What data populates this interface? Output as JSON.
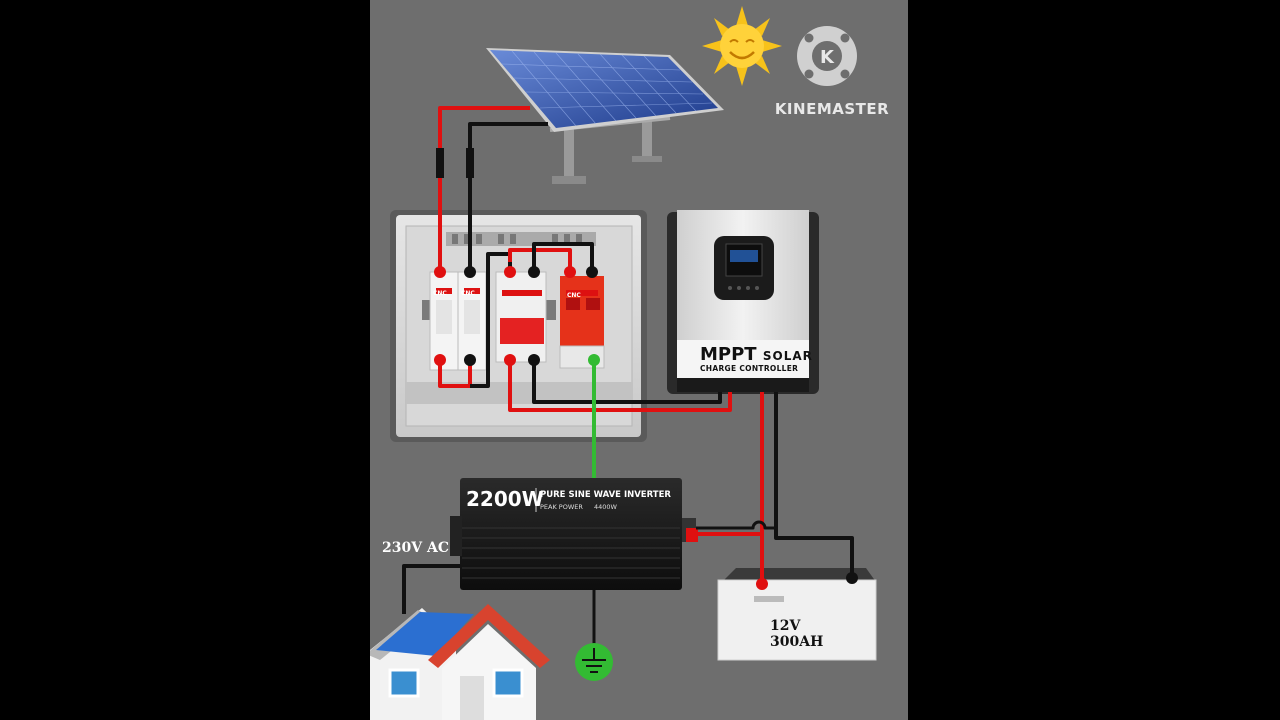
{
  "brand": {
    "name": "KINEMASTER",
    "logo_letter": "K"
  },
  "charge_controller": {
    "title": "MPPT",
    "subtitle": "SOLAR",
    "line2": "CHARGE CONTROLLER"
  },
  "inverter": {
    "power": "2200W",
    "type": "PURE SINE WAVE INVERTER",
    "peak_label": "PEAK POWER",
    "peak_value": "4400W"
  },
  "ac_label": "230V AC",
  "battery": {
    "label": "12V 300AH"
  },
  "breakers": {
    "brand": "CNC"
  },
  "colors": {
    "background": "#6e6e6e",
    "positive_wire": "#e01010",
    "negative_wire": "#111111",
    "ground_wire": "#33bb33"
  },
  "icons": [
    "solar-panel-icon",
    "sun-icon",
    "kinemaster-logo-icon",
    "house-icon",
    "ground-symbol-icon",
    "battery-icon"
  ]
}
